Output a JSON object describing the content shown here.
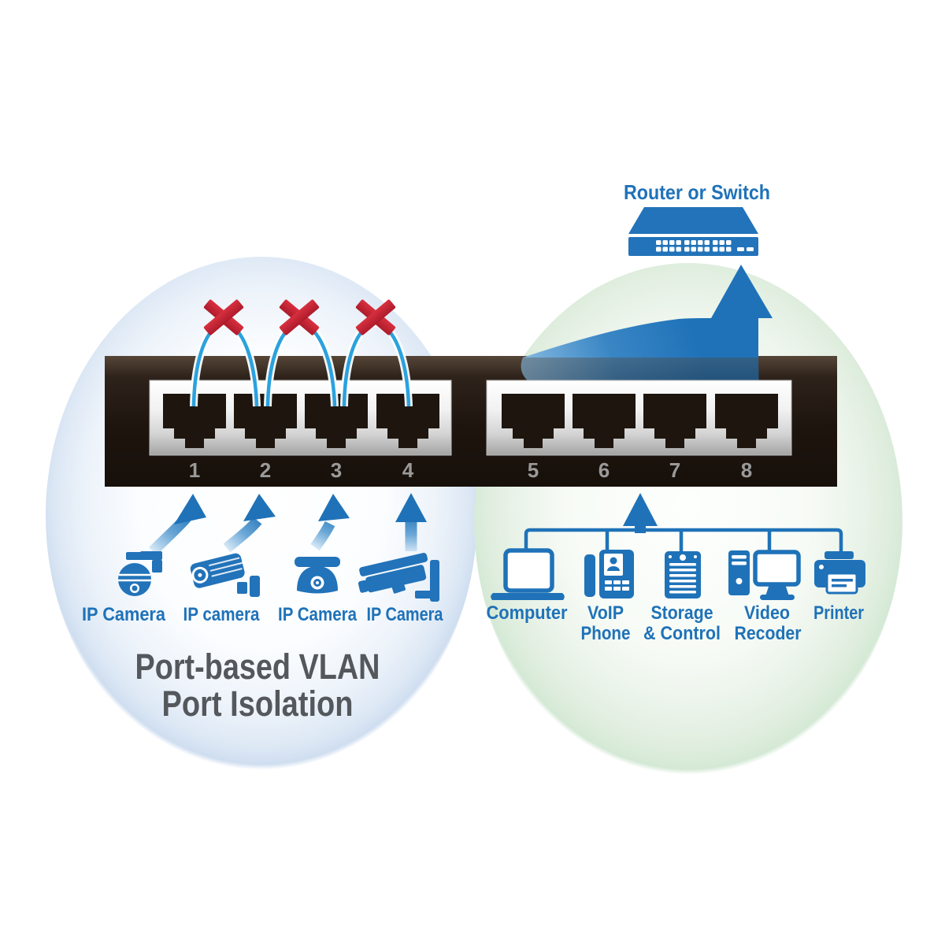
{
  "colors": {
    "accent_blue": "#1f72b8",
    "icon_blue": "#2273b9",
    "cable_blue": "#2aa2de",
    "cross_red": "#c3202f",
    "caption_gray": "#54585c",
    "port_number_gray": "#9a9a9a",
    "bar_dark": "#1c130d",
    "ellipse_blue": "#cfdef0",
    "ellipse_green": "#d6ead7"
  },
  "router": {
    "label": "Router or Switch",
    "icon": "router-switch-icon"
  },
  "switch_bar": {
    "port_labels": [
      "1",
      "2",
      "3",
      "4",
      "5",
      "6",
      "7",
      "8"
    ]
  },
  "left_group": {
    "cameras": [
      {
        "label": "IP Camera",
        "icon": "ptz-camera-icon"
      },
      {
        "label": "IP camera",
        "icon": "bullet-camera-icon"
      },
      {
        "label": "IP Camera",
        "icon": "dome-camera-icon"
      },
      {
        "label": "IP Camera",
        "icon": "box-camera-icon"
      }
    ],
    "caption": {
      "line1": "Port-based VLAN",
      "line2": "Port Isolation"
    },
    "blocked_links": [
      {
        "between": "port1-port2"
      },
      {
        "between": "port2-port3"
      },
      {
        "between": "port3-port4"
      }
    ]
  },
  "right_group": {
    "devices": [
      {
        "line1": "Computer",
        "icon": "laptop-icon"
      },
      {
        "line1": "VoIP",
        "line2": "Phone",
        "icon": "voip-phone-icon"
      },
      {
        "line1": "Storage",
        "line2": "& Control",
        "icon": "server-icon"
      },
      {
        "line1": "Video",
        "line2": "Recoder",
        "icon": "video-recorder-icon"
      },
      {
        "line1": "Printer",
        "line2": "",
        "icon": "printer-icon"
      }
    ]
  }
}
